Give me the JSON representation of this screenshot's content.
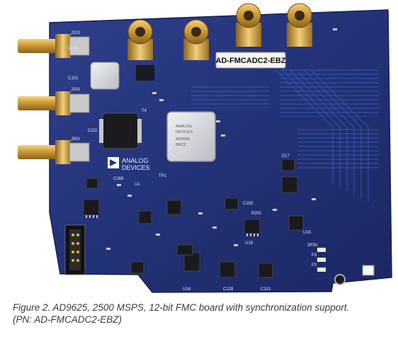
{
  "photo": {
    "board_label": "AD-FMCADC2-EBZ",
    "logo": [
      "ANALOG",
      "DEVICES"
    ],
    "chip_marking": [
      "ANALOG",
      "DEVICES",
      "AD9625",
      "BBCZ"
    ],
    "connector_labels": [
      "J101",
      "J201",
      "J301"
    ],
    "silkscreen": [
      "T4",
      "C101",
      "C102",
      "C111",
      "C150",
      "U14",
      "U15",
      "U19",
      "P3",
      "P2",
      "3P3V",
      "TP1",
      "E17",
      "C128",
      "C113",
      "C107",
      "R201",
      "C168",
      "U1"
    ]
  },
  "caption": {
    "line1": "Figure 2. AD9625, 2500 MSPS, 12-bit FMC board with synchronization support.",
    "line2": "(PN: AD-FMCADC2-EBZ)"
  }
}
